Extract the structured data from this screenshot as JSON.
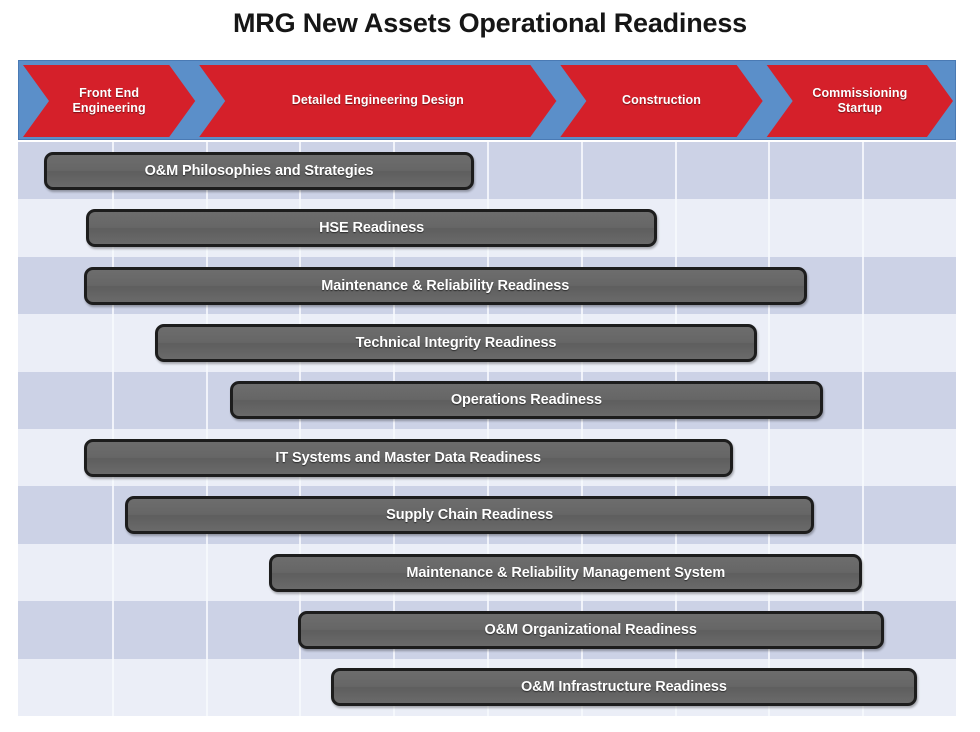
{
  "title": "MRG New Assets Operational Readiness",
  "chart_data": {
    "type": "bar",
    "title": "MRG New Assets Operational Readiness",
    "subtitle": "",
    "xlabel": "",
    "ylabel": "",
    "orientation": "horizontal",
    "grid": true,
    "legend": "none",
    "xlim": [
      0,
      100
    ],
    "axis_note": "x-axis expressed as percent of project timeline spanned by the phase banner",
    "phases": [
      {
        "label": "Front End\nEngineering",
        "line1": "Front End",
        "line2": "Engineering",
        "start": 0,
        "end": 19.0,
        "color": "#d5202a"
      },
      {
        "label": "Detailed Engineering Design",
        "line1": "Detailed Engineering Design",
        "line2": "",
        "start": 19.0,
        "end": 57.5,
        "color": "#d5202a"
      },
      {
        "label": "Construction",
        "line1": "Construction",
        "line2": "",
        "start": 57.5,
        "end": 79.5,
        "color": "#d5202a"
      },
      {
        "label": "Commissioning\nStartup",
        "line1": "Commissioning",
        "line2": "Startup",
        "start": 79.5,
        "end": 100,
        "color": "#d5202a"
      }
    ],
    "banner_color": "#5b8fc9",
    "bar_color": "#666666",
    "bar_border_color": "#1d1d1d",
    "categories": [
      "O&M Philosophies and Strategies",
      "HSE Readiness",
      "Maintenance & Reliability Readiness",
      "Technical Integrity Readiness",
      "Operations Readiness",
      "IT Systems and Master Data Readiness",
      "Supply Chain Readiness",
      "Maintenance & Reliability Management System",
      "O&M Organizational Readiness",
      "O&M Infrastructure Readiness"
    ],
    "bars": [
      {
        "label": "O&M Philosophies and Strategies",
        "start": 2.8,
        "end": 48.6
      },
      {
        "label": "HSE Readiness",
        "start": 7.3,
        "end": 68.1
      },
      {
        "label": "Maintenance & Reliability Readiness",
        "start": 7.0,
        "end": 84.1
      },
      {
        "label": "Technical Integrity Readiness",
        "start": 14.6,
        "end": 78.8
      },
      {
        "label": "Operations Readiness",
        "start": 22.6,
        "end": 85.8
      },
      {
        "label": "IT Systems and Master Data Readiness",
        "start": 7.0,
        "end": 76.2
      },
      {
        "label": "Supply Chain Readiness",
        "start": 11.4,
        "end": 84.9
      },
      {
        "label": "Maintenance & Reliability Management System",
        "start": 26.8,
        "end": 90.0
      },
      {
        "label": "O&M Organizational Readiness",
        "start": 29.8,
        "end": 92.3
      },
      {
        "label": "O&M Infrastructure Readiness",
        "start": 33.4,
        "end": 95.8
      }
    ],
    "background_bands": {
      "dark": "#ccd2e6",
      "light": "#ebeef7",
      "band_count": 10
    }
  }
}
